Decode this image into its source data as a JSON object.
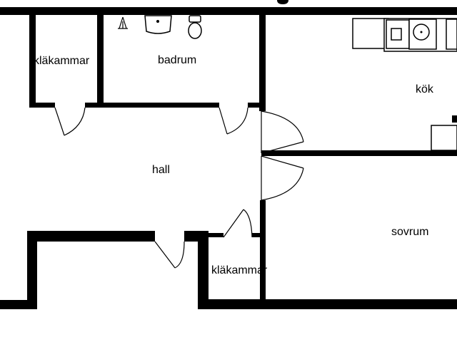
{
  "rooms": {
    "klakammare_top": "kläkammar",
    "badrum": "badrum",
    "kok": "kök",
    "hall": "hall",
    "sovrum": "sovrum",
    "klakammare_bottom": "kläkammar"
  },
  "colors": {
    "wall": "#000000",
    "background": "#ffffff"
  },
  "icons": [
    "shower-icon",
    "sink-icon",
    "toilet-icon",
    "kitchen-counter-icon",
    "stove-icon",
    "kitchen-sink-icon",
    "appliance-icon"
  ]
}
